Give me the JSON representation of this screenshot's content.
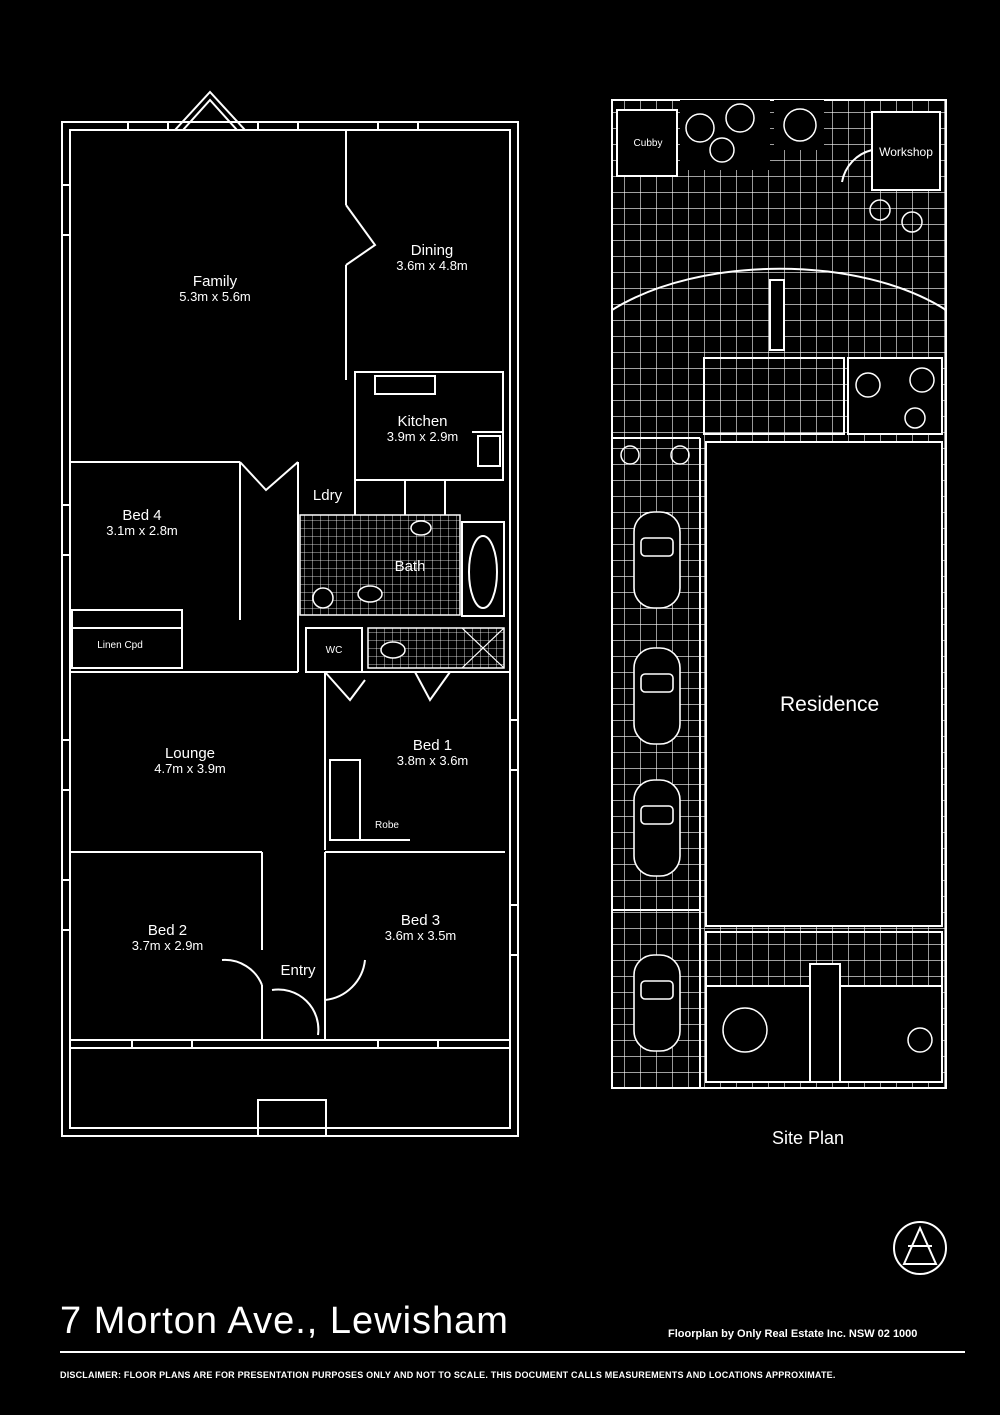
{
  "address": "7 Morton Ave., Lewisham",
  "credit": "Floorplan by Only Real Estate Inc. NSW 02 1000",
  "disclaimer": "DISCLAIMER: FLOOR PLANS ARE FOR PRESENTATION PURPOSES ONLY AND NOT TO SCALE. THIS DOCUMENT CALLS MEASUREMENTS AND LOCATIONS APPROXIMATE.",
  "rooms": {
    "family": {
      "name": "Family",
      "dims": "5.3m x 5.6m"
    },
    "dining": {
      "name": "Dining",
      "dims": "3.6m x 4.8m"
    },
    "kitchen": {
      "name": "Kitchen",
      "dims": "3.9m x 2.9m"
    },
    "bed4": {
      "name": "Bed 4",
      "dims": "3.1m x 2.8m"
    },
    "laundry": {
      "name": "Ldry"
    },
    "bath": {
      "name": "Bath"
    },
    "linen": {
      "name": "Linen Cpd"
    },
    "wc": {
      "name": "WC"
    },
    "lounge": {
      "name": "Lounge",
      "dims": "4.7m x 3.9m"
    },
    "bed1": {
      "name": "Bed 1",
      "dims": "3.8m x 3.6m"
    },
    "robe": {
      "name": "Robe"
    },
    "bed2": {
      "name": "Bed 2",
      "dims": "3.7m x 2.9m"
    },
    "bed3": {
      "name": "Bed 3",
      "dims": "3.6m x 3.5m"
    },
    "entry": {
      "name": "Entry"
    }
  },
  "site": {
    "label": "Site Plan",
    "cubby": "Cubby",
    "workshop": "Workshop",
    "residence": "Residence"
  },
  "colors": {
    "background": "#000000",
    "lines": "#ffffff"
  },
  "icons": [
    "compass-logo-icon"
  ]
}
